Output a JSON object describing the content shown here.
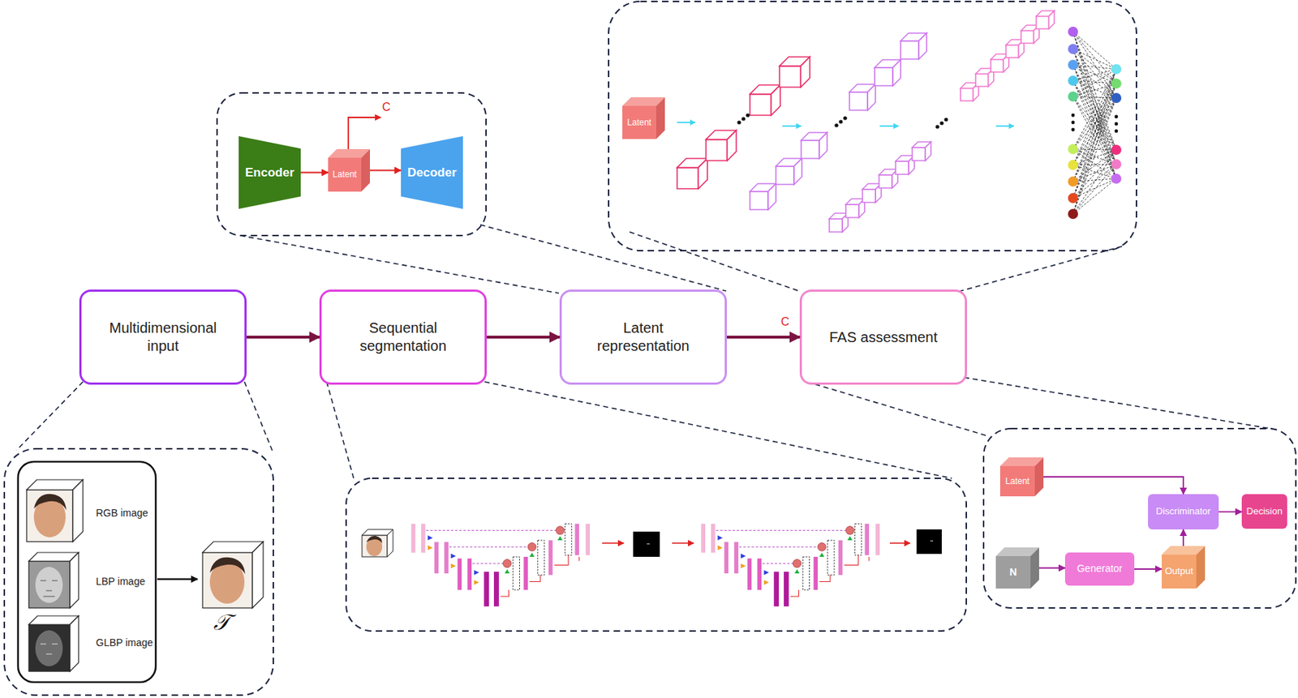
{
  "diagram": {
    "nodes": [
      {
        "text": [
          "Encoder"
        ]
      },
      {
        "text": [
          "Latent"
        ]
      },
      {
        "text": [
          "Decoder"
        ]
      },
      {
        "text": [
          "Latent"
        ]
      },
      {
        "text": [
          "Multidimensional input"
        ]
      },
      {
        "text": [
          "Sequential segmentation"
        ]
      },
      {
        "text": [
          "Latent representation"
        ]
      },
      {
        "text": [
          "FAS assessment"
        ]
      },
      {
        "text": [
          "Latent"
        ]
      },
      {
        "text": [
          "Discriminator"
        ]
      },
      {
        "text": [
          "Decision"
        ]
      },
      {
        "text": [
          "N"
        ]
      },
      {
        "text": [
          "Generator"
        ]
      },
      {
        "text": [
          "Output"
        ]
      }
    ],
    "edges": [
      {
        "from": 0,
        "to": 1,
        "arrow": "to"
      },
      {
        "from": 1,
        "to": 2,
        "arrow": "to"
      },
      {
        "from": 4,
        "to": 5,
        "arrow": "to"
      },
      {
        "from": 5,
        "to": 6,
        "arrow": "to"
      },
      {
        "from": 6,
        "to": 7,
        "arrow": "to",
        "label": "C"
      },
      {
        "from": 8,
        "to": 9,
        "arrow": "to"
      },
      {
        "from": 11,
        "to": 12,
        "arrow": "to"
      },
      {
        "from": 12,
        "to": 13,
        "arrow": "to"
      },
      {
        "from": 13,
        "to": 9,
        "arrow": "to"
      },
      {
        "from": 9,
        "to": 10,
        "arrow": "to"
      }
    ],
    "labels": [
      "C",
      "RGB image",
      "LBP image",
      "GLBP image",
      "𝒯"
    ]
  }
}
